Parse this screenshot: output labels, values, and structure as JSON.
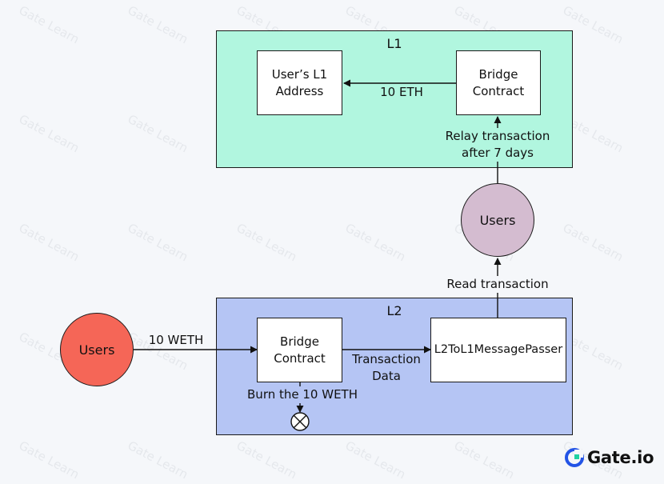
{
  "colors": {
    "l1_fill": "#b1f6df",
    "l2_fill": "#b5c5f4",
    "users_left_fill": "#f56657",
    "users_top_fill": "#d4bcd0",
    "brand_blue": "#2354e6"
  },
  "l1": {
    "title": "L1",
    "user_address": "User’s L1\nAddress",
    "bridge_contract": "Bridge\nContract",
    "arrow_label": "10 ETH"
  },
  "l2": {
    "title": "L2",
    "bridge_contract": "Bridge\nContract",
    "message_passer": "L2ToL1MessagePasser",
    "transaction_data_label": "Transaction\nData",
    "burn_label": "Burn the 10 WETH"
  },
  "users_left": {
    "label": "Users",
    "arrow_label": "10 WETH"
  },
  "users_top": {
    "label": "Users"
  },
  "relay_label": "Relay transaction\nafter 7 days",
  "read_label": "Read transaction",
  "logo": {
    "text": "Gate.io",
    "icon": "gate-logo-icon"
  },
  "watermark": {
    "text": "Gate Learn"
  }
}
